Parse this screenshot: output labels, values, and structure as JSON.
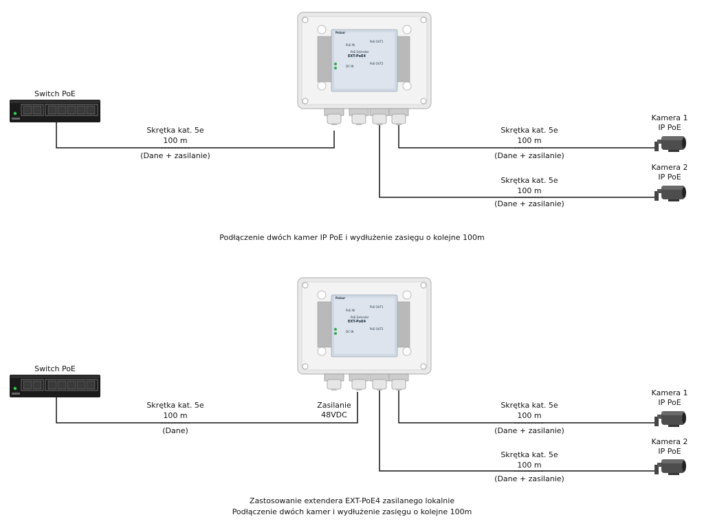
{
  "top": {
    "switch_label": "Switch PoE",
    "cable_switch": {
      "line1": "Skrętka kat. 5e",
      "line2": "100 m",
      "line3": "(Dane + zasilanie)"
    },
    "cam1": {
      "name": "Kamera 1",
      "type": "IP PoE"
    },
    "cam2": {
      "name": "Kamera 2",
      "type": "IP PoE"
    },
    "cable_cam1": {
      "line1": "Skrętka kat. 5e",
      "line2": "100 m",
      "line3": "(Dane + zasilanie)"
    },
    "cable_cam2": {
      "line1": "Skrętka kat. 5e",
      "line2": "100 m",
      "line3": "(Dane + zasilanie)"
    },
    "caption": "Podłączenie dwóch kamer IP PoE i wydłużenie zasięgu o kolejne 100m"
  },
  "bottom": {
    "switch_label": "Switch PoE",
    "cable_switch": {
      "line1": "Skrętka kat. 5e",
      "line2": "100 m",
      "line3": "(Dane)"
    },
    "power": {
      "line1": "Zasilanie",
      "line2": "48VDC"
    },
    "cam1": {
      "name": "Kamera 1",
      "type": "IP PoE"
    },
    "cam2": {
      "name": "Kamera 2",
      "type": "IP PoE"
    },
    "cable_cam1": {
      "line1": "Skrętka kat. 5e",
      "line2": "100 m",
      "line3": "(Dane + zasilanie)"
    },
    "cable_cam2": {
      "line1": "Skrętka kat. 5e",
      "line2": "100 m",
      "line3": "(Dane + zasilanie)"
    },
    "caption_line1": "Zastosowanie extendera EXT-PoE4 zasilanego lokalnie",
    "caption_line2": "Podłączenie dwóch kamer i wydłużenie zasięgu o kolejne 100m"
  },
  "extender_module": {
    "brand": "Pulsar",
    "title": "PoE Extender",
    "model": "EXT-PoE4",
    "poe_in": "PoE IN",
    "dc_in": "DC IN",
    "poe_out1": "PoE OUT1",
    "poe_out2": "PoE OUT2"
  },
  "icons": {
    "switch": "poe-switch-icon",
    "enclosure": "extender-enclosure-icon",
    "camera": "ip-camera-icon"
  },
  "colors": {
    "line": "#111111",
    "switch_body": "#1b1b1b",
    "enclosure": "#e9e9e9",
    "module": "#cfd8e3"
  }
}
